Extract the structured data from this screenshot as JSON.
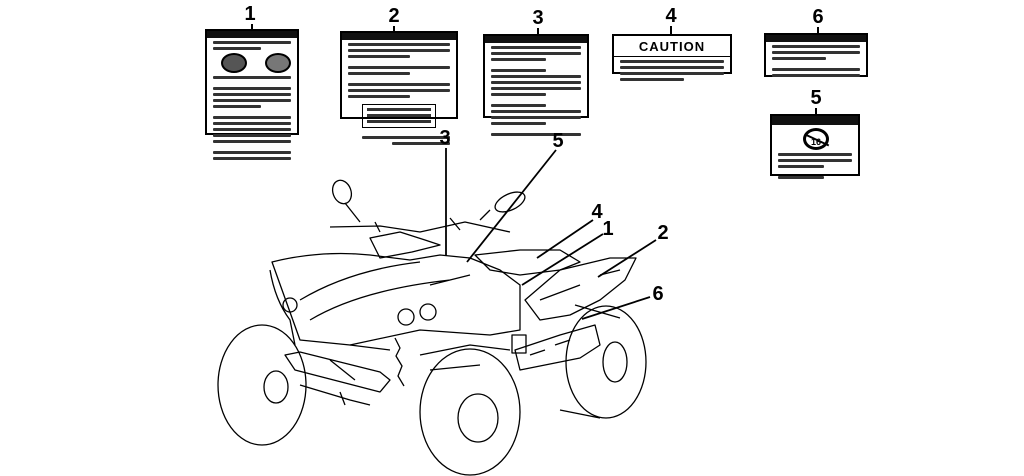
{
  "title": "ATV warning label locations",
  "labels": [
    {
      "number": "1",
      "description": "Warning label with two pictograms and safety instructions"
    },
    {
      "number": "2",
      "description": "Tire pressure warning label with pressure table"
    },
    {
      "number": "3",
      "description": "Operation warning label"
    },
    {
      "number": "4",
      "description": "Accessory caution label",
      "heading": "CAUTION"
    },
    {
      "number": "5",
      "description": "Age warning label",
      "icon_text": "16"
    },
    {
      "number": "6",
      "description": "Load warning label"
    }
  ],
  "callouts": [
    "3",
    "5",
    "4",
    "1",
    "2",
    "6"
  ]
}
